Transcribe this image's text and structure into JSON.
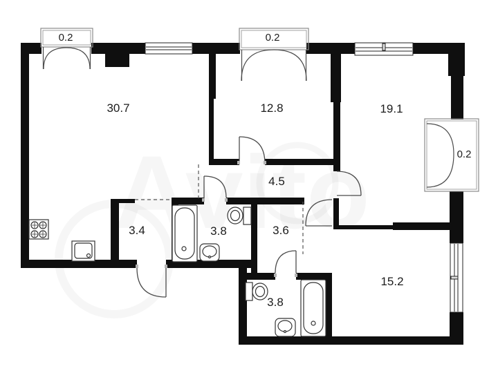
{
  "watermark": "Avito",
  "areas": {
    "living": "30.7",
    "room_12": "12.8",
    "room_19": "19.1",
    "hall": "4.5",
    "entry": "3.4",
    "bath_top": "3.8",
    "wc": "3.6",
    "bath_bottom": "3.8",
    "room_15": "15.2",
    "balcony_left": "0.2",
    "balcony_mid": "0.2",
    "balcony_right": "0.2"
  },
  "colors": {
    "wall": "#0f0f0f",
    "door_line": "#4a4a4a",
    "fixture_line": "#333333",
    "balcony_line": "#8a8a8a"
  }
}
